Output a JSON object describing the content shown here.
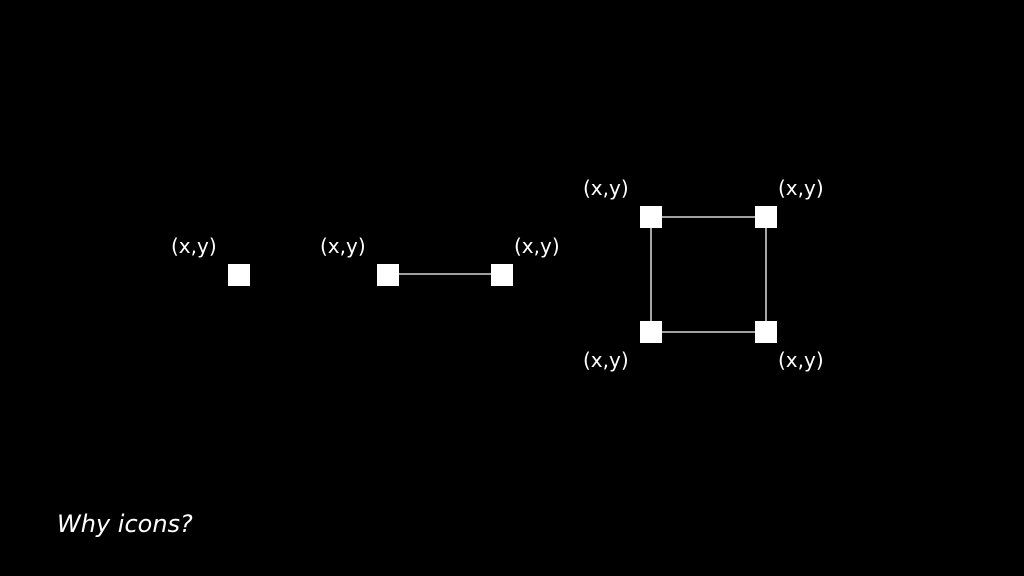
{
  "caption": "Why icons?",
  "point_label": "(x,y)",
  "colors": {
    "background": "#000000",
    "foreground": "#ffffff"
  },
  "figures": [
    {
      "name": "point",
      "vertex_count": 1
    },
    {
      "name": "line",
      "vertex_count": 2
    },
    {
      "name": "rectangle",
      "vertex_count": 4
    }
  ]
}
